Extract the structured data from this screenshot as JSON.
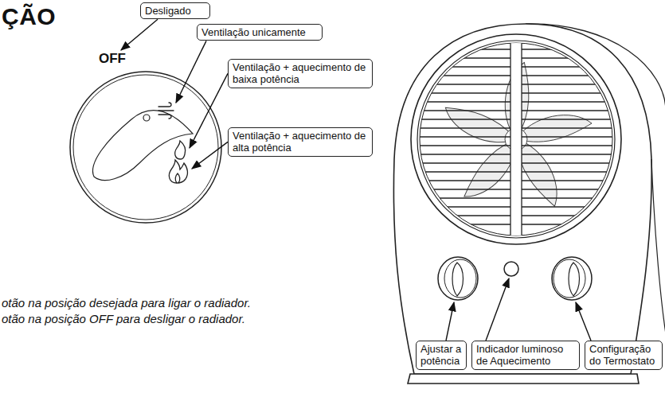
{
  "diagram": {
    "title": "ÇÃO",
    "nodes": [
      {
        "text": [
          "Desligado"
        ]
      },
      {
        "text": [
          "Ventilação unicamente"
        ]
      },
      {
        "text": [
          "Ventilação + aquecimento de baixa potência"
        ]
      },
      {
        "text": [
          "Ventilação + aquecimento de alta potência"
        ]
      },
      {
        "text": [
          "Ajustar a potência"
        ]
      },
      {
        "text": [
          "Indicador luminoso de Aquecimento"
        ]
      },
      {
        "text": [
          "Configuração do Termostato"
        ]
      }
    ],
    "labels": [
      "OFF",
      "otão na posição desejada para ligar o radiador.",
      "otão na posição OFF para desligar o radiador."
    ]
  }
}
